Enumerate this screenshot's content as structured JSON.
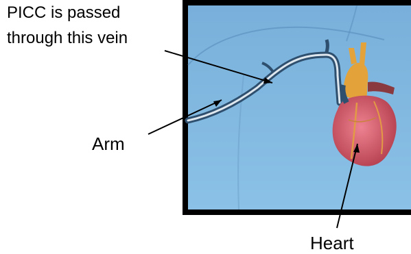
{
  "labels": {
    "picc_line1": "PICC is passed",
    "picc_line2": "through this vein",
    "arm": "Arm",
    "heart": "Heart"
  },
  "colors": {
    "frame": "#000000",
    "background_blue": "#7fb5dc",
    "vein": "#2e4f6e",
    "catheter": "#dfe7ee",
    "heart": "#d9606e",
    "aorta": "#e3a33a"
  }
}
